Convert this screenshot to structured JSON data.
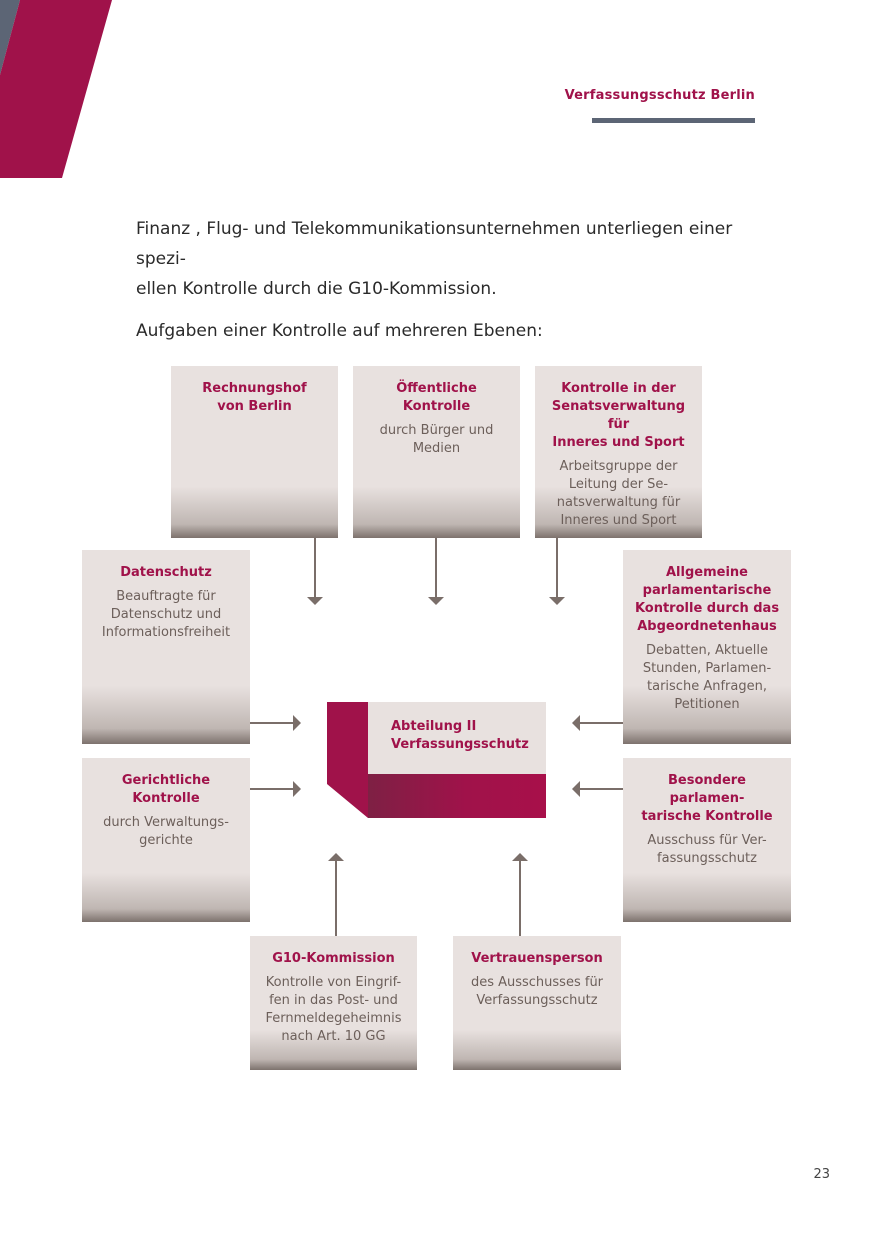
{
  "header": {
    "title": "Verfassungsschutz Berlin"
  },
  "intro": {
    "paragraph1_line1": "Finanz , Flug- und Telekommunikationsunternehmen unterliegen einer spezi-",
    "paragraph1_line2": "ellen Kontrolle durch die G10-Kommission.",
    "paragraph2": "Aufgaben einer Kontrolle auf mehreren Ebenen:"
  },
  "colors": {
    "accent": "#a0124a",
    "box_bg": "#e8e1df",
    "arrow": "#7a6e69",
    "header_rule": "#5c6575"
  },
  "diagram": {
    "center": {
      "title_line1": "Abteilung II",
      "title_line2": "Verfassungsschutz"
    },
    "rechnungshof": {
      "title_line1": "Rechnungshof",
      "title_line2": "von Berlin"
    },
    "oeffentliche": {
      "title": "Öffentliche Kontrolle",
      "desc_line1": "durch Bürger und",
      "desc_line2": "Medien"
    },
    "senatsverwaltung": {
      "title_line1": "Kontrolle in der",
      "title_line2": "Senatsverwaltung für",
      "title_line3": "Inneres und Sport",
      "desc_line1": "Arbeitsgruppe der",
      "desc_line2": "Leitung der Se-",
      "desc_line3": "natsverwaltung für",
      "desc_line4": "Inneres und Sport"
    },
    "datenschutz": {
      "title": "Datenschutz",
      "desc_line1": "Beauftragte für",
      "desc_line2": "Datenschutz und",
      "desc_line3": "Informationsfreiheit"
    },
    "parlamentarisch": {
      "title_line1": "Allgemeine",
      "title_line2": "parlamentarische",
      "title_line3": "Kontrolle durch das",
      "title_line4": "Abgeordnetenhaus",
      "desc_line1": "Debatten, Aktuelle",
      "desc_line2": "Stunden, Parlamen-",
      "desc_line3": "tarische Anfragen,",
      "desc_line4": "Petitionen"
    },
    "gerichtlich": {
      "title_line1": "Gerichtliche",
      "title_line2": "Kontrolle",
      "desc_line1": "durch Verwaltungs-",
      "desc_line2": "gerichte"
    },
    "besondere": {
      "title_line1": "Besondere parlamen-",
      "title_line2": "tarische Kontrolle",
      "desc_line1": "Ausschuss für Ver-",
      "desc_line2": "fassungsschutz"
    },
    "g10": {
      "title": "G10-Kommission",
      "desc_line1": "Kontrolle von Eingrif-",
      "desc_line2": "fen in das Post- und",
      "desc_line3": "Fernmeldegeheimnis",
      "desc_line4": "nach Art. 10 GG"
    },
    "vertrauensperson": {
      "title": "Vertrauensperson",
      "desc_line1": "des Ausschusses für",
      "desc_line2": "Verfassungsschutz"
    }
  },
  "page_number": "23"
}
